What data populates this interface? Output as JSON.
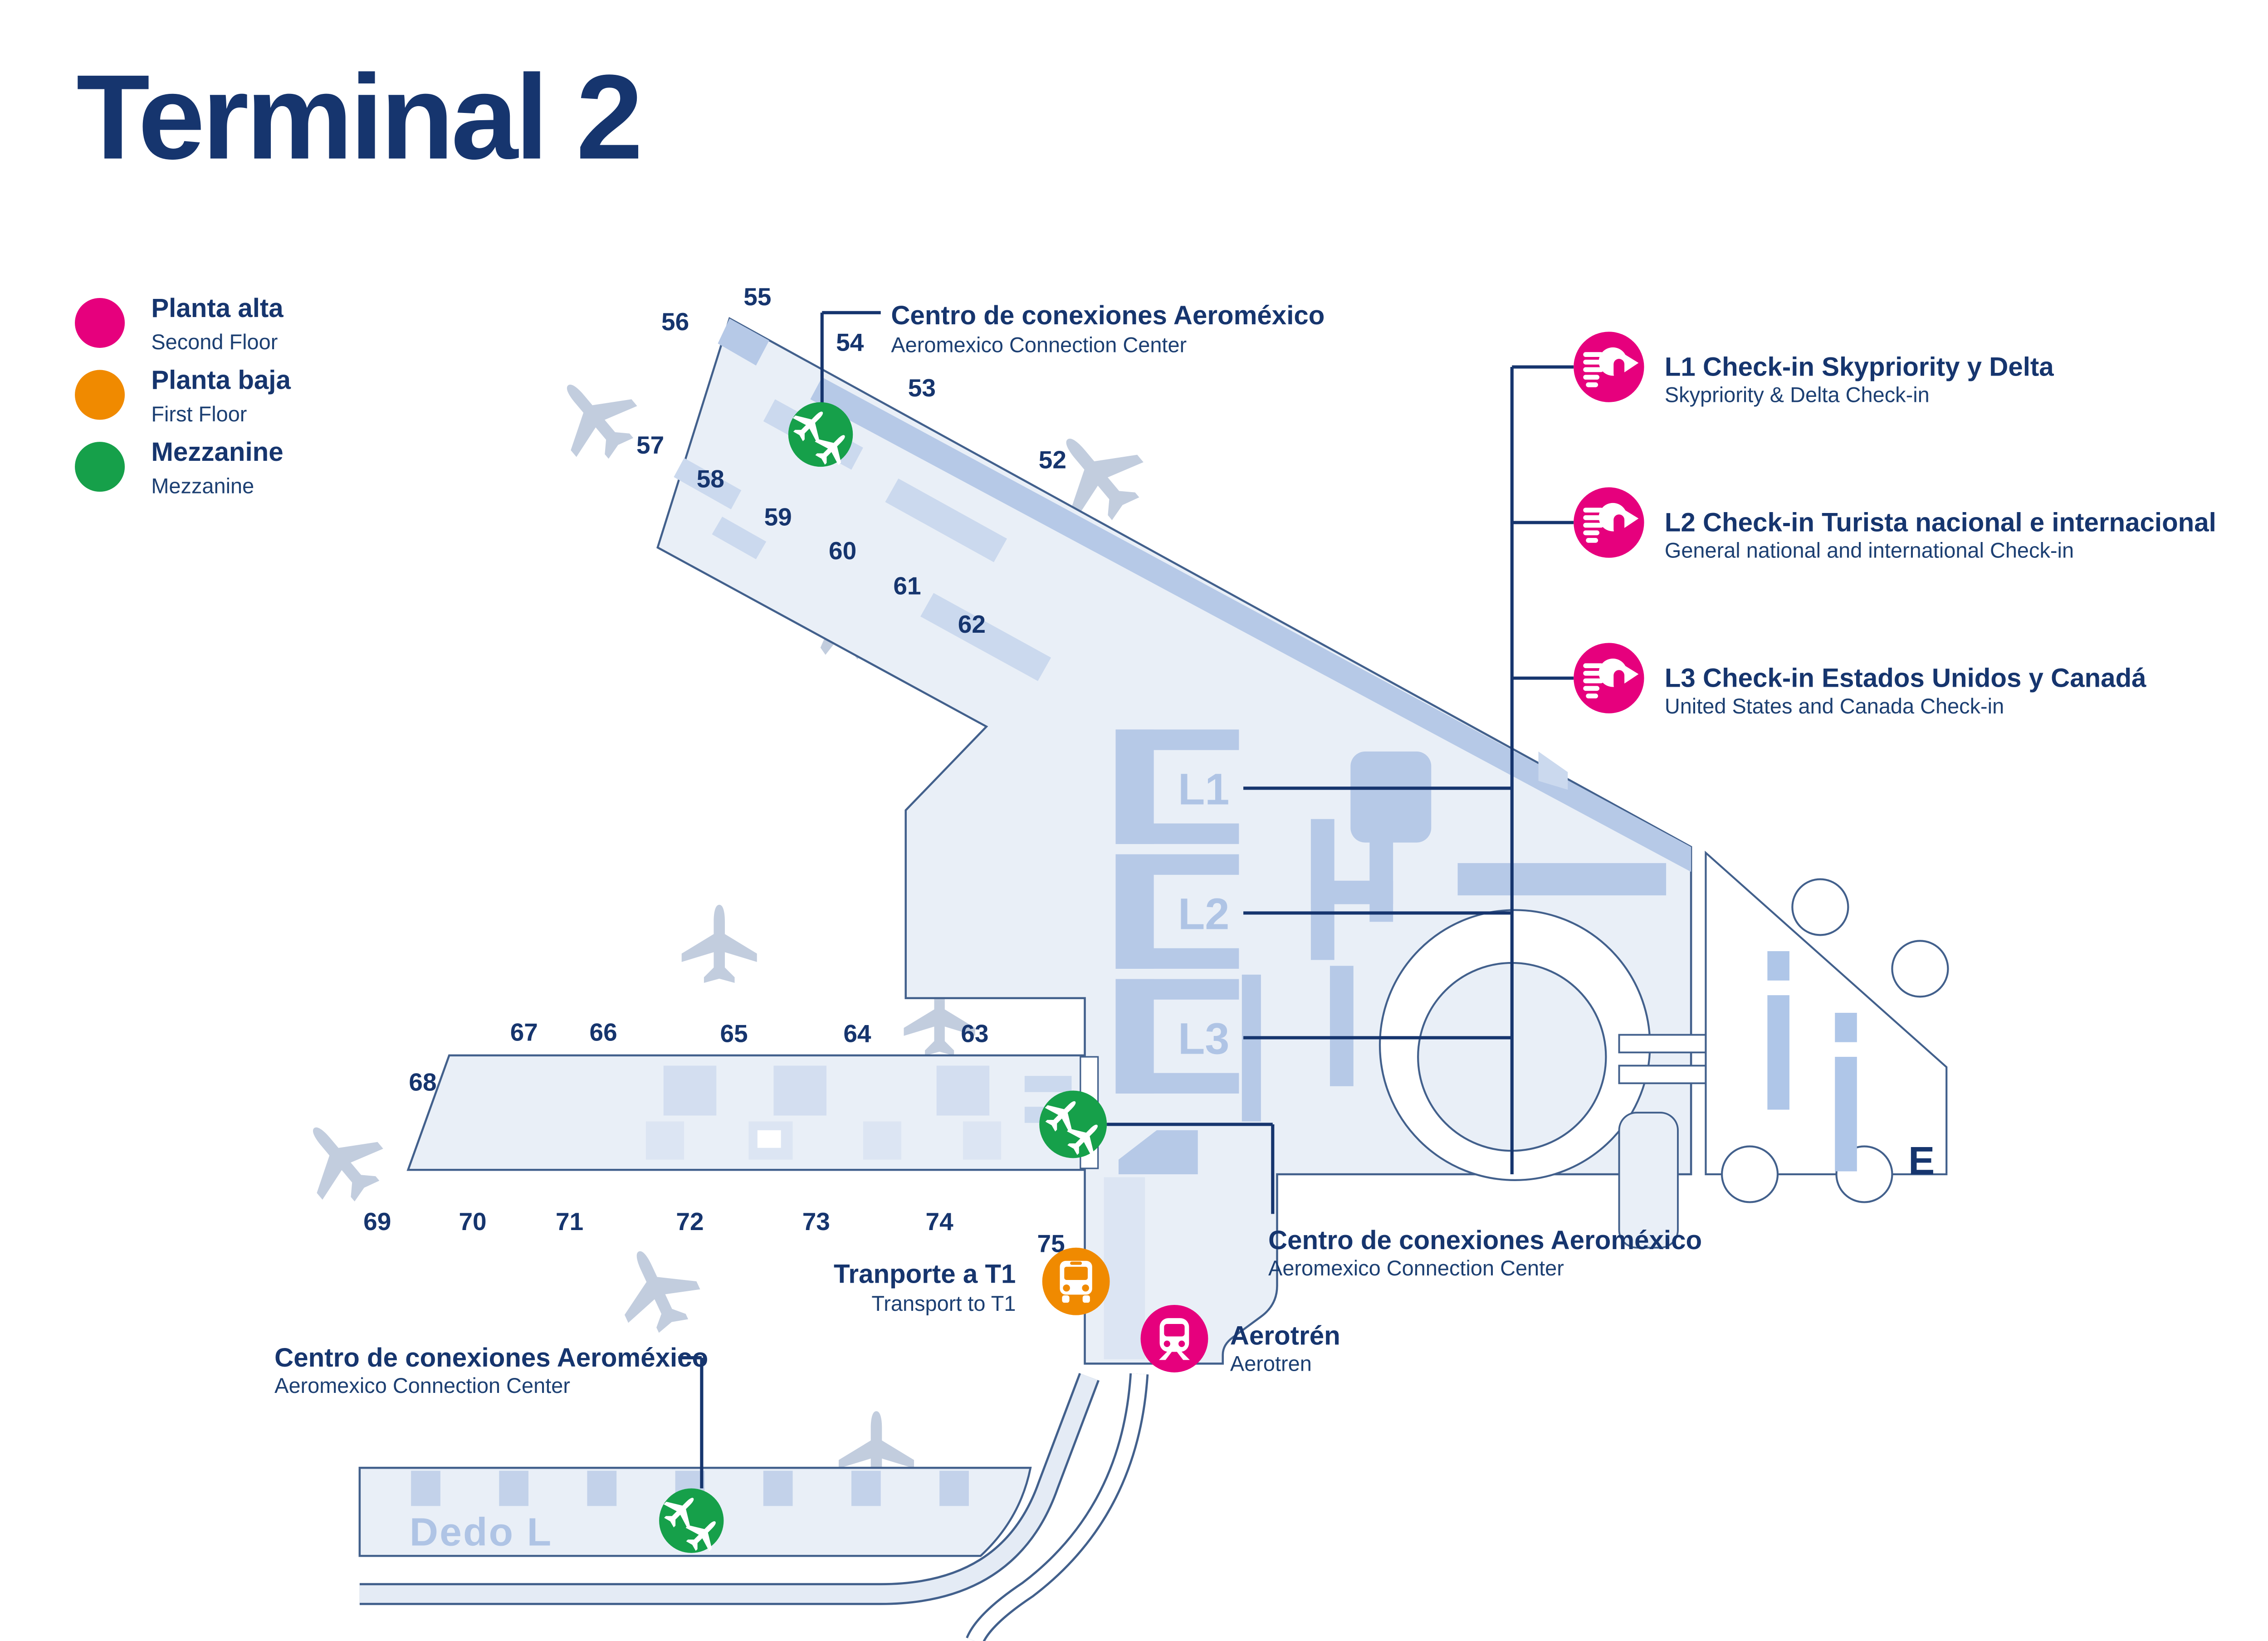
{
  "title": "Terminal 2",
  "colors": {
    "navy_text": "#16356E",
    "outline": "#42608C",
    "terminal_fill": "#E9EFF7",
    "detail_medium": "#B6C9E7",
    "detail_light": "#CBD9EE",
    "pink": "#E6007D",
    "orange": "#F08A00",
    "green": "#16A04A",
    "plane_gray": "#C2CDDE",
    "level_label": "#AFC4E5"
  },
  "legend": {
    "items": [
      {
        "label": "Planta alta",
        "sublabel": "Second Floor",
        "color": "#E6007D"
      },
      {
        "label": "Planta baja",
        "sublabel": "First Floor",
        "color": "#F08A00"
      },
      {
        "label": "Mezzanine",
        "sublabel": "Mezzanine",
        "color": "#16A04A"
      }
    ]
  },
  "map": {
    "upper_gates": [
      "52",
      "53",
      "54",
      "55",
      "56",
      "57",
      "58",
      "59",
      "60",
      "61",
      "62"
    ],
    "lower_gates": [
      "63",
      "64",
      "65",
      "66",
      "67",
      "68",
      "69",
      "70",
      "71",
      "72",
      "73",
      "74",
      "75"
    ],
    "levels": [
      "L1",
      "L2",
      "L3"
    ],
    "areas": {
      "dedo_l": "Dedo L",
      "e_building": "E"
    }
  },
  "callouts": {
    "connection_center_top": {
      "title": "Centro de conexiones Aeroméxico",
      "subtitle": "Aeromexico Connection Center"
    },
    "connection_center_right": {
      "title": "Centro de conexiones Aeroméxico",
      "subtitle": "Aeromexico Connection Center"
    },
    "connection_center_bottom": {
      "title": "Centro de conexiones Aeroméxico",
      "subtitle": "Aeromexico Connection Center"
    },
    "checkin_l1": {
      "title": "L1 Check-in Skypriority y Delta",
      "subtitle": "Skypriority & Delta Check-in"
    },
    "checkin_l2": {
      "title": "L2 Check-in Turista nacional e internacional",
      "subtitle": "General national and international Check-in"
    },
    "checkin_l3": {
      "title": "L3 Check-in Estados Unidos y Canadá",
      "subtitle": "United States and Canada Check-in"
    },
    "transport_t1": {
      "title": "Tranporte a T1",
      "subtitle": "Transport to T1"
    },
    "aerotren": {
      "title": "Aerotrén",
      "subtitle": "Aerotren"
    }
  }
}
